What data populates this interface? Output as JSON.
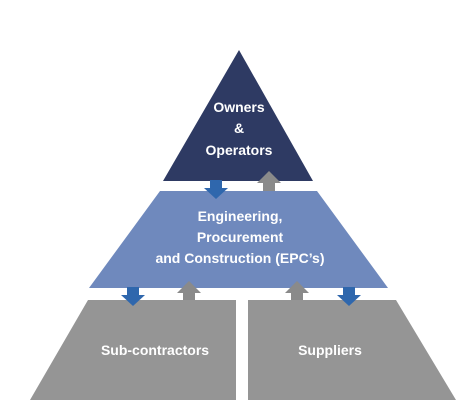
{
  "tiers": {
    "top": {
      "lines": [
        "Owners",
        "&",
        "Operators"
      ],
      "color": "#2e3a63"
    },
    "middle": {
      "lines": [
        "Engineering,",
        "Procurement",
        "and Construction (EPC’s)"
      ],
      "color": "#6f89bd"
    },
    "bottom_left": {
      "lines": [
        "Sub-contractors"
      ],
      "color": "#959595"
    },
    "bottom_right": {
      "lines": [
        "Suppliers"
      ],
      "color": "#959595"
    }
  },
  "arrows": {
    "down_color": "#2f67ad",
    "up_color": "#8a8a8a"
  }
}
